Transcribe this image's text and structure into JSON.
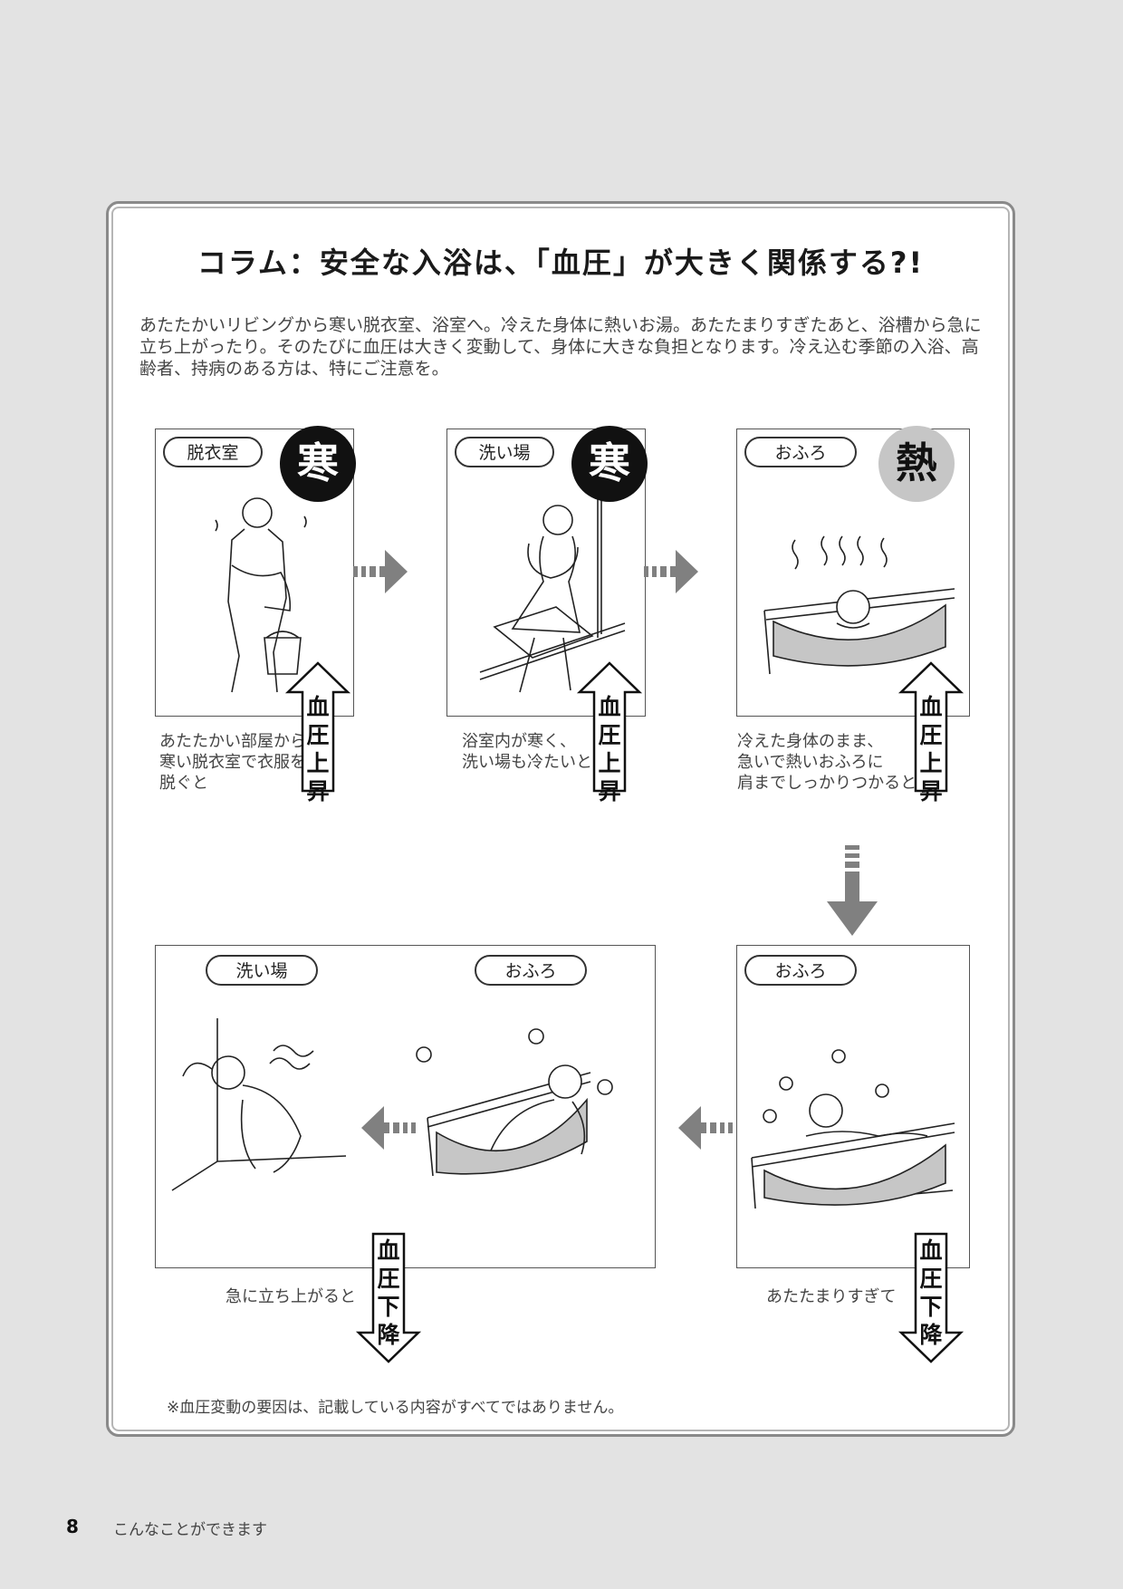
{
  "column": {
    "title": "コラム：安全な入浴は、「血圧」が大きく関係する?!",
    "intro": "あたたかいリビングから寒い脱衣室、浴室へ。冷えた身体に熱いお湯。あたたまりすぎたあと、浴槽から急に立ち上がったり。そのたびに血圧は大きく変動して、身体に大きな負担となります。冷え込む季節の入浴、高齢者、持病のある方は、特にご注意を。"
  },
  "panels": [
    {
      "label": "脱衣室",
      "badge": "寒",
      "caption": "あたたかい部屋から\n寒い脱衣室で衣服を\n脱ぐと",
      "bp": "血圧上昇"
    },
    {
      "label": "洗い場",
      "badge": "寒",
      "caption": "浴室内が寒く、\n洗い場も冷たいと",
      "bp": "血圧上昇"
    },
    {
      "label": "おふろ",
      "badge": "熱",
      "caption": "冷えた身体のまま、\n急いで熱いおふろに\n肩までしっかりつかると",
      "bp": "血圧上昇"
    },
    {
      "label": "おふろ",
      "caption": "あたたまりすぎて",
      "bp": "血圧下降"
    },
    {
      "label_left": "洗い場",
      "label_right": "おふろ",
      "caption": "急に立ち上がると",
      "bp": "血圧下降"
    }
  ],
  "footnote": "※血圧変動の要因は、記載している内容がすべてではありません。",
  "footer": {
    "page_number": "8",
    "section": "こんなことができます"
  },
  "colors": {
    "cold_badge": "#111111",
    "hot_badge": "#c6c6c6",
    "arrow": "#808080"
  }
}
